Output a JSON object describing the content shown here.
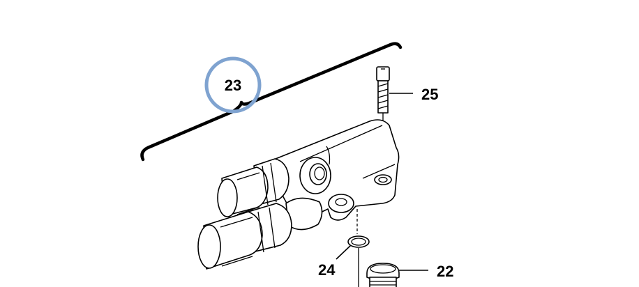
{
  "diagram": {
    "callouts": {
      "assembly": "23",
      "bolt": "25",
      "oring": "24",
      "plug": "22"
    },
    "highlight_color": "#7fa3d0"
  }
}
